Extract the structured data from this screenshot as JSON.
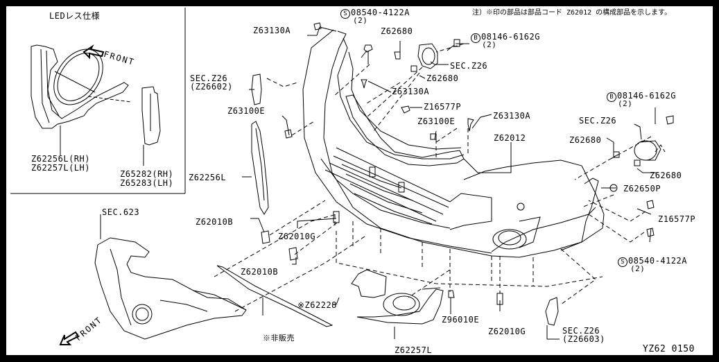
{
  "diagram": {
    "note": "注）※印の部品は部品コード Z62012 の構成部品を示します。",
    "figure_code": "YZ62  0150",
    "inset": {
      "title": "LEDレス仕様",
      "front_label": "FRONT",
      "labels": {
        "fog_finisher_rh": "Z62256L(RH)",
        "fog_finisher_lh": "Z62257L(LH)",
        "cover_rh": "Z65282(RH)",
        "cover_lh": "Z65283(LH)"
      }
    },
    "front_label": "FRONT",
    "callouts": {
      "screw_top": {
        "prefix": "S",
        "part": "08540-4122A",
        "qty": "(2)"
      },
      "clip_top_left": "Z63130A",
      "clip_top": "Z62680",
      "bolt_top_right": {
        "prefix": "B",
        "part": "08146-6162G",
        "qty": "(2)"
      },
      "sec_z26_top": "SEC.Z26",
      "clip_top_2": "Z62680",
      "clip_mid": "Z63130A",
      "sec_z26_left": "SEC.Z26",
      "sec_z26_left_sub": "(Z26602)",
      "grommet_left": "Z16577P",
      "clip_left": "Z63100E",
      "clip_center": "Z63100E",
      "clip_center_2": "Z63130A",
      "bumper_fascia": "Z62012",
      "bolt_right": {
        "prefix": "B",
        "part": "08146-6162G",
        "qty": "(2)"
      },
      "sec_z26_right": "SEC.Z26",
      "clip_right_1": "Z62680",
      "clip_right_2": "Z62680",
      "grommet_right": "Z62650P",
      "fog_finisher_left": "Z62256L",
      "grommet_right_2": "Z16577P",
      "sec_623": "SEC.623",
      "bracket_1": "Z62010B",
      "screw_center": "Z62010G",
      "screw_right": {
        "prefix": "S",
        "part": "08540-4122A",
        "qty": "(2)"
      },
      "bracket_2": "Z62010B",
      "cover_center": "※Z62228",
      "not_sold": "※非販売",
      "clip_bottom": "Z96010E",
      "screw_bottom": "Z62010G",
      "fog_finisher_bottom": "Z62257L",
      "sec_z26_bottom": "SEC.Z26",
      "sec_z26_bottom_sub": "(Z26603)"
    }
  }
}
